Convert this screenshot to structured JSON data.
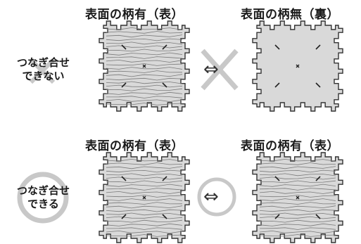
{
  "rows": [
    {
      "left_caption": "表面の柄有（表）",
      "right_caption": "表面の柄無（裏）",
      "result_line1": "つなぎ合せ",
      "result_line2": "できない",
      "relation_symbol": "⇔",
      "relation_mark": "cross-mark-icon",
      "left_surface": "patterned",
      "right_surface": "plain"
    },
    {
      "left_caption": "表面の柄有（表）",
      "right_caption": "表面の柄有（表）",
      "result_line1": "つなぎ合せ",
      "result_line2": "できる",
      "relation_symbol": "⇔",
      "relation_mark": "circle-mark-icon",
      "left_surface": "patterned",
      "right_surface": "patterned"
    }
  ],
  "colors": {
    "tile_fill": "#d9d9d9",
    "tile_stroke": "#333333",
    "grain_stroke": "#7a7a7a",
    "mark_gray": "#c8c8c8",
    "text": "#1a1a1a"
  }
}
